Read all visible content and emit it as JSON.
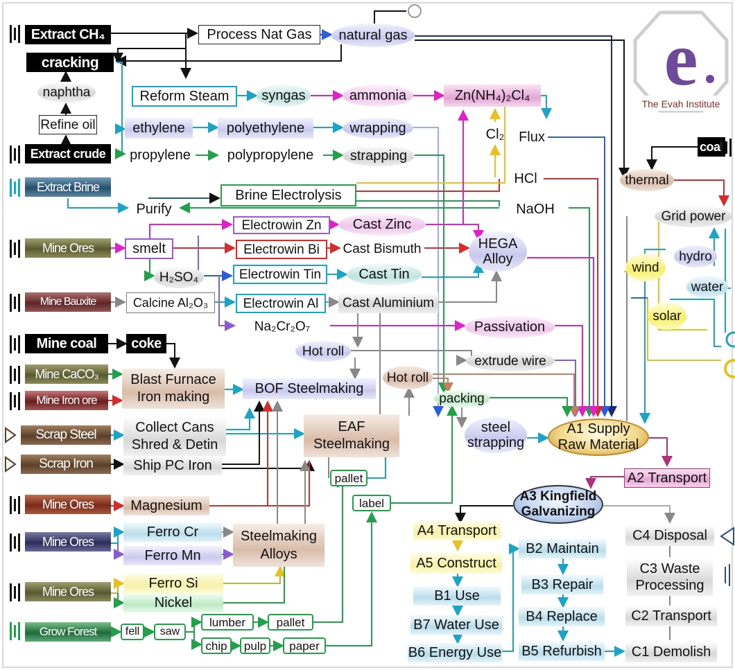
{
  "logo": {
    "caption": "The Evah Institute",
    "letter": "e."
  },
  "sources": {
    "extract_ch4": "Extract CH₄",
    "extract_crude": "Extract crude",
    "extract_brine": "Extract Brine",
    "mine_ores_1": "Mine Ores",
    "mine_bauxite": "Mine Bauxite",
    "mine_coal": "Mine coal",
    "mine_caco3": "Mine CaCO₃",
    "mine_iron_ore": "Mine Iron ore",
    "scrap_steel": "Scrap Steel",
    "scrap_iron": "Scrap Iron",
    "mine_ores_2": "Mine Ores",
    "mine_ores_3": "Mine Ores",
    "mine_ores_4": "Mine Ores",
    "grow_forest": "Grow Forest",
    "coal": "coal"
  },
  "petro": {
    "cracking": "cracking",
    "naphtha": "naphtha",
    "refine_oil": "Refine oil",
    "process_nat_gas": "Process Nat Gas",
    "natural_gas": "natural gas",
    "reform_steam": "Reform Steam",
    "syngas": "syngas",
    "ammonia": "ammonia",
    "zn_nh4_cl": "Zn(NH₄)₂Cl₄",
    "cl2": "Cl₂",
    "flux": "Flux",
    "ethylene": "ethylene",
    "polyethylene": "polyethylene",
    "wrapping": "wrapping",
    "propylene": "propylene",
    "polypropylene": "polypropylene",
    "strapping": "strapping",
    "hcl": "HCl",
    "naoh": "NaOH",
    "brine_electrolysis": "Brine Electrolysis",
    "purify": "Purify"
  },
  "metals": {
    "smelt": "smelt",
    "h2so4": "H₂SO₄",
    "electrowin_zn": "Electrowin Zn",
    "electrowin_bi": "Electrowin Bi",
    "electrowin_tin": "Electrowin Tin",
    "electrowin_al": "Electrowin  Al",
    "cast_zinc": "Cast Zinc",
    "cast_bismuth": "Cast Bismuth",
    "cast_tin": "Cast Tin",
    "cast_aluminium": "Cast Aluminium",
    "hega_alloy": "HEGA Alloy",
    "calcine": "Calcine Al₂O₃",
    "na2cr2o7": "Na₂Cr₂O₇",
    "passivation": "Passivation",
    "hot_roll_1": "Hot roll",
    "hot_roll_2": "Hot roll",
    "extrude_wire": "extrude wire",
    "coke": "coke",
    "blast_furnace": [
      "Blast Furnace",
      "Iron making"
    ],
    "bof": "BOF Steelmaking",
    "eaf": [
      "EAF",
      "Steelmaking"
    ],
    "collect_cans": [
      "Collect Cans",
      "Shred & Detin"
    ],
    "ship_pc_iron": "Ship PC Iron",
    "packing": "packing",
    "steel_strapping": [
      "steel",
      "strapping"
    ],
    "magnesium": "Magnesium",
    "ferro_cr": "Ferro Cr",
    "ferro_mn": "Ferro Mn",
    "steelmaking_alloys": [
      "Steelmaking",
      "Alloys"
    ],
    "ferro_si": "Ferro Si",
    "nickel": "Nickel",
    "pallet_1": "pallet",
    "label": "label"
  },
  "forest": {
    "fell": "fell",
    "saw": "saw",
    "lumber": "lumber",
    "pallet": "pallet",
    "chip": "chip",
    "pulp": "pulp",
    "paper": "paper"
  },
  "energy": {
    "thermal": "thermal",
    "grid_power": "Grid power",
    "hydro": "hydro",
    "wind": "wind",
    "water": "water",
    "solar": "solar"
  },
  "lifecycle": {
    "a1": [
      "A1 Supply",
      "Raw Material"
    ],
    "a2": "A2 Transport",
    "a3": [
      "A3 Kingfield",
      "Galvanizing"
    ],
    "a4": "A4 Transport",
    "a5": "A5 Construct",
    "b1": "B1 Use",
    "b7": "B7 Water Use",
    "b6": "B6 Energy Use",
    "b2": "B2 Maintain",
    "b3": "B3 Repair",
    "b4": "B4 Replace",
    "b5": "B5 Refurbish",
    "c4": "C4 Disposal",
    "c3": [
      "C3 Waste",
      "Processing"
    ],
    "c2": "C2 Transport",
    "c1": "C1 Demolish"
  },
  "colors": {
    "arrow_black": "#111111",
    "arrow_cyan": "#1aa5c8",
    "arrow_green": "#23a04a",
    "arrow_red": "#d62c2c",
    "arrow_magenta": "#e020c8",
    "arrow_blue": "#2b5fd9",
    "arrow_purple": "#8a5bd1",
    "arrow_gray": "#888888",
    "arrow_tan": "#c08060",
    "arrow_yellow": "#e8c020",
    "arrow_navy": "#1a2a7a"
  }
}
